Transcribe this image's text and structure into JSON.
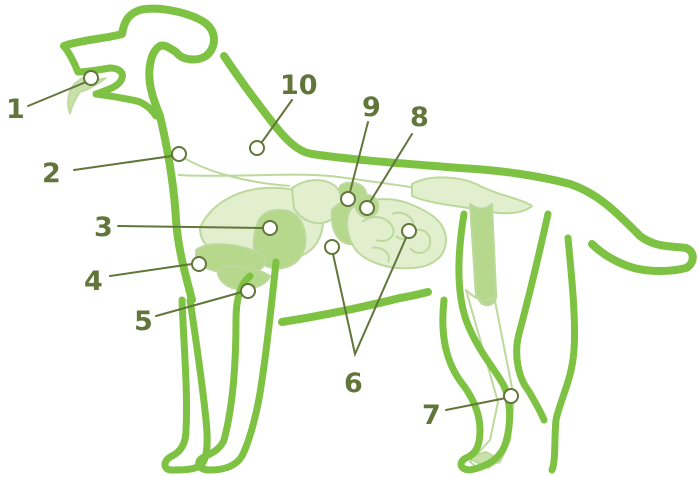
{
  "colors": {
    "outline": "#7dc242",
    "organ_light": "#e2efcf",
    "organ_mid": "#c8e1a8",
    "organ_fill": "#b5d88d",
    "organ_stroke": "#bcd99b",
    "label": "#62753a",
    "leader": "#62753a"
  },
  "labels": [
    {
      "id": "1",
      "text": "1"
    },
    {
      "id": "2",
      "text": "2"
    },
    {
      "id": "3",
      "text": "3"
    },
    {
      "id": "4",
      "text": "4"
    },
    {
      "id": "5",
      "text": "5"
    },
    {
      "id": "6",
      "text": "6"
    },
    {
      "id": "7",
      "text": "7"
    },
    {
      "id": "8",
      "text": "8"
    },
    {
      "id": "9",
      "text": "9"
    },
    {
      "id": "10",
      "text": "10"
    }
  ]
}
